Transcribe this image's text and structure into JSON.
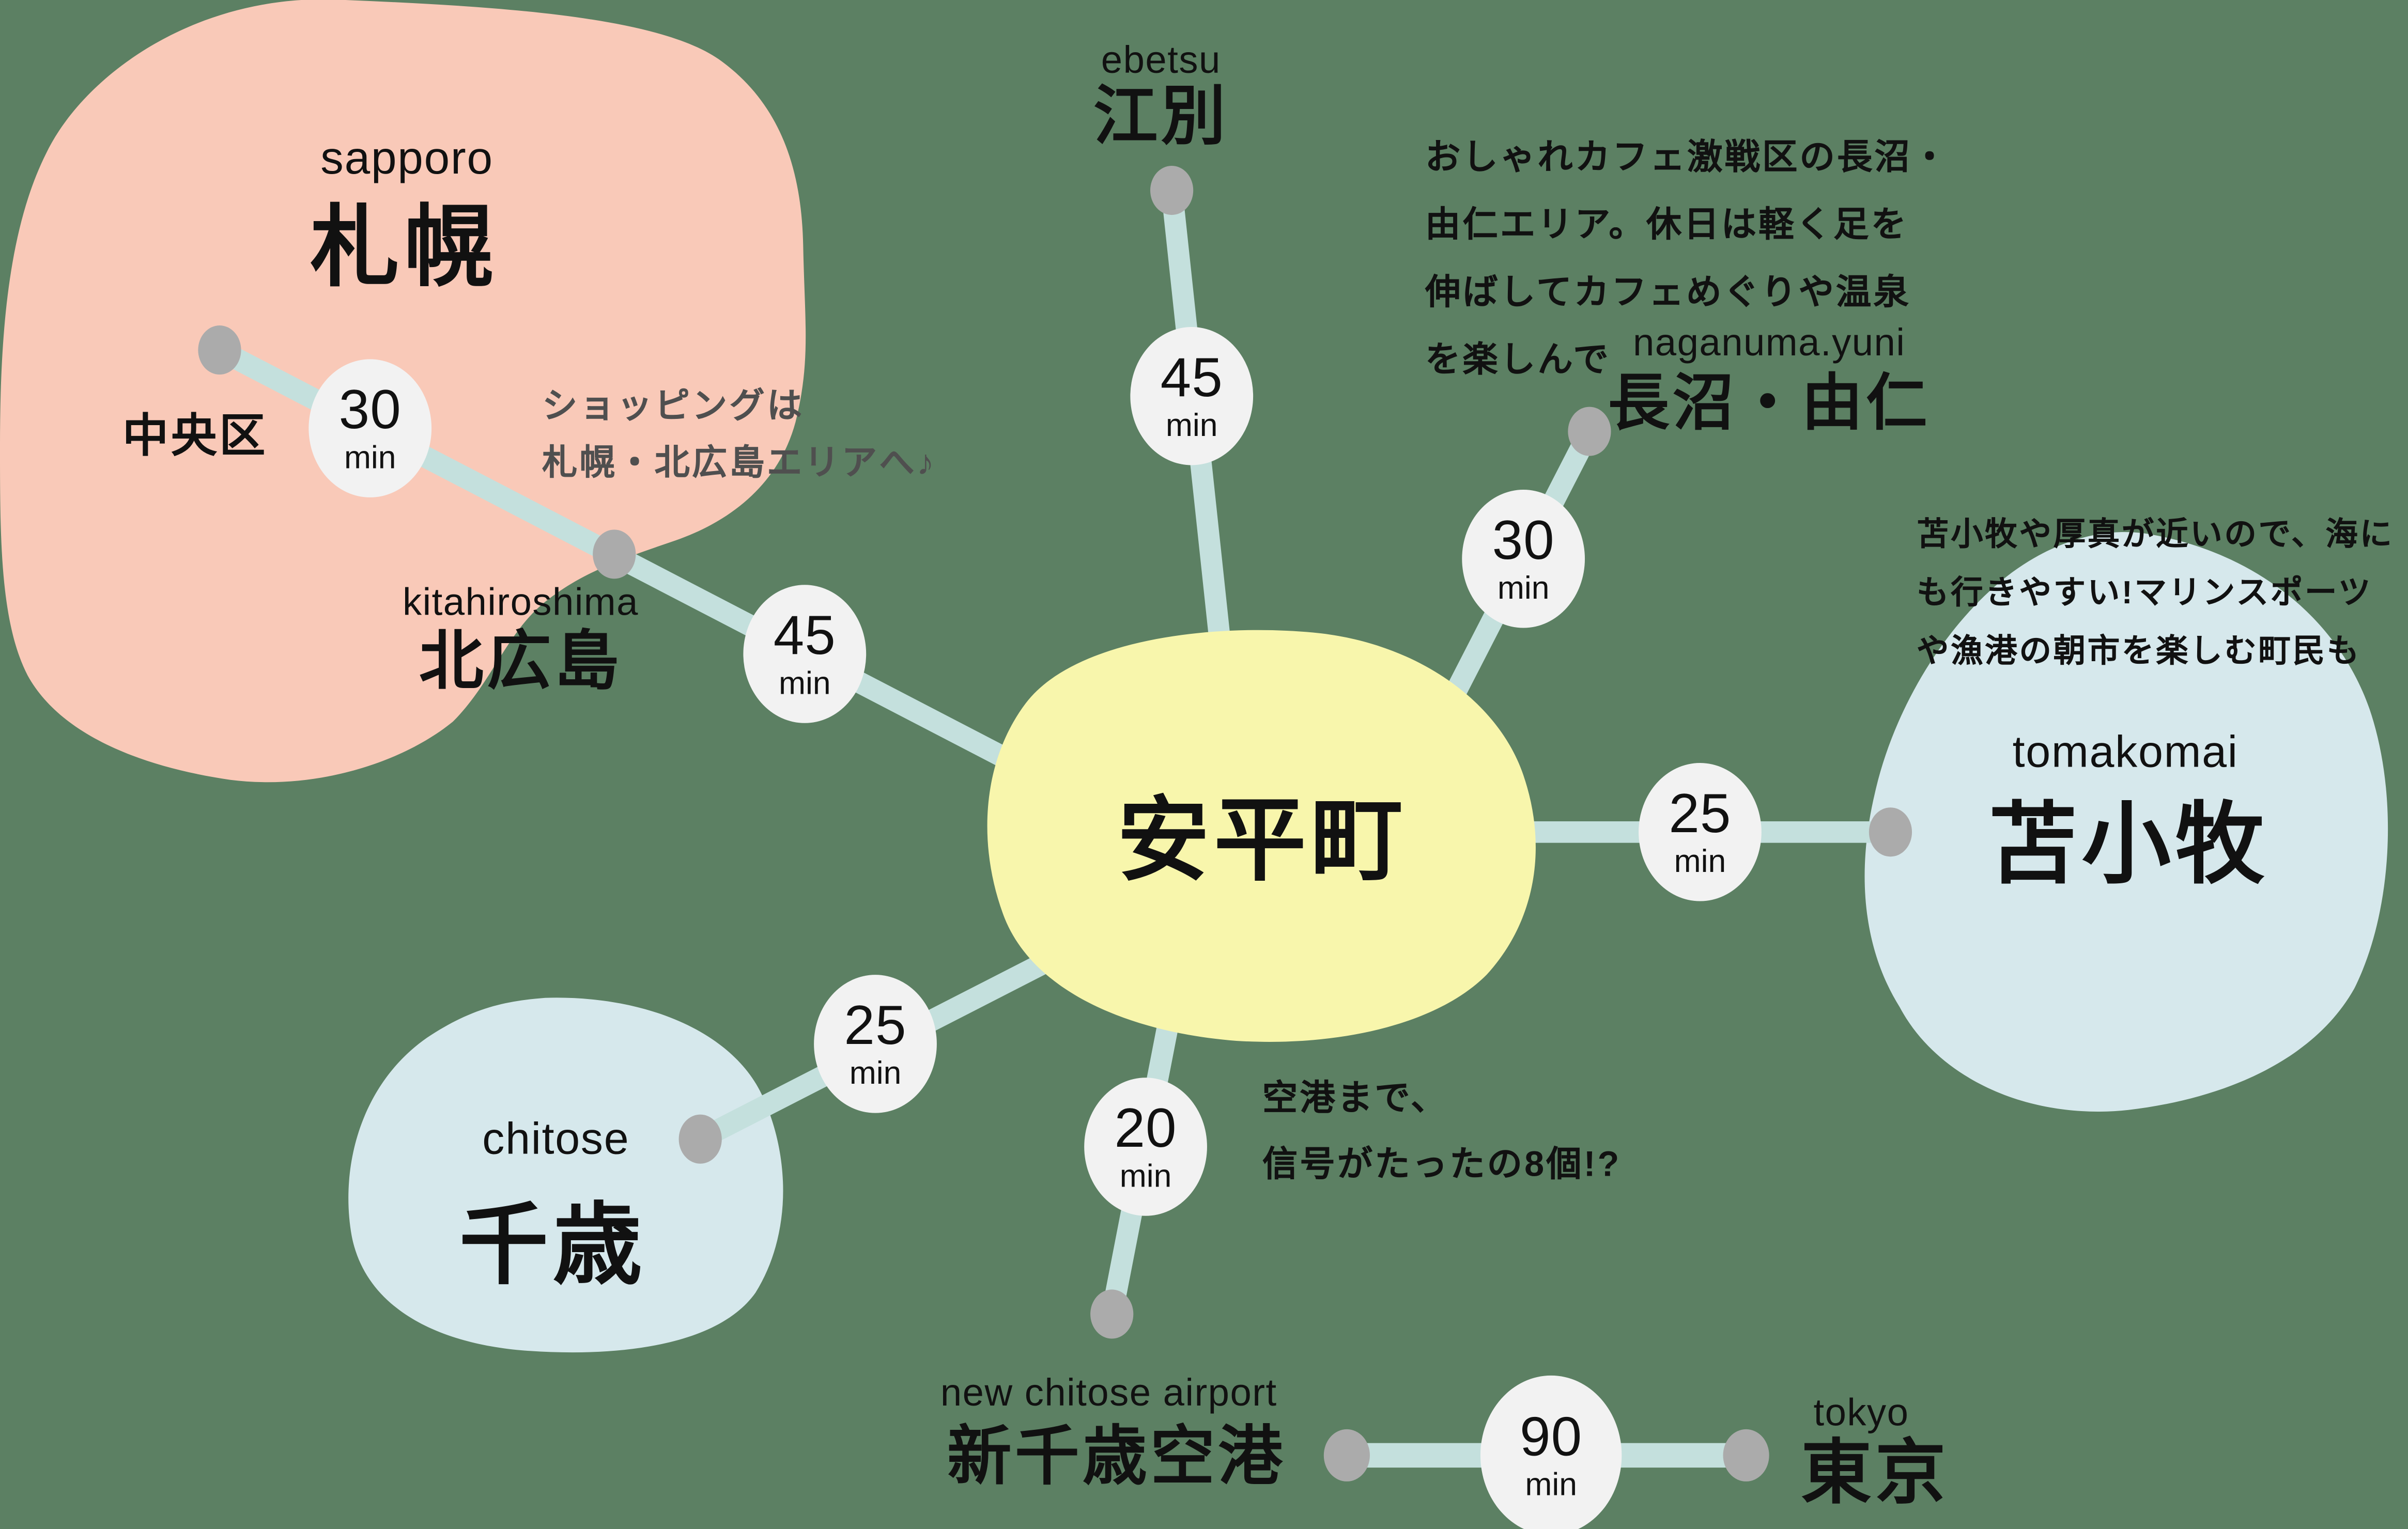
{
  "colors": {
    "background": "#5C8063",
    "region_pink": "#F9C9B8",
    "region_blue": "#D6E8EC",
    "center_yellow": "#F8F6AC",
    "line": "#C4E0DD",
    "node": "#ABABAB",
    "badge": "#F2F2F2",
    "text": "#111111",
    "note_gray": "#4F4F4F"
  },
  "center": {
    "jp": "安平町"
  },
  "regions": {
    "sapporo": {
      "en": "sapporo",
      "jp": "札幌"
    }
  },
  "places": {
    "chuo": {
      "jp": "中央区",
      "time": "30",
      "unit": "min"
    },
    "kitahiroshima": {
      "en": "kitahiroshima",
      "jp": "北広島",
      "time": "45",
      "unit": "min"
    },
    "ebetsu": {
      "en": "ebetsu",
      "jp": "江別",
      "time": "45",
      "unit": "min"
    },
    "naganuma": {
      "en": "naganuma.yuni",
      "jp": "長沼・由仁",
      "time": "30",
      "unit": "min"
    },
    "tomakomai": {
      "en": "tomakomai",
      "jp": "苫小牧",
      "time": "25",
      "unit": "min"
    },
    "chitose": {
      "en": "chitose",
      "jp": "千歳",
      "time": "25",
      "unit": "min"
    },
    "airport": {
      "en": "new chitose airport",
      "jp": "新千歳空港",
      "time": "20",
      "unit": "min"
    },
    "tokyo": {
      "en": "tokyo",
      "jp": "東京",
      "time": "90",
      "unit": "min"
    }
  },
  "notes": {
    "shopping": "ショッピングは\n札幌・北広島エリアへ♪",
    "naganuma": "おしゃれカフェ激戦区の長沼・\n由仁エリア。休日は軽く足を\n伸ばしてカフェめぐりや温泉\nを楽しんで",
    "tomakomai": "苫小牧や厚真が近いので、海に\nも行きやすい!マリンスポーツ\nや漁港の朝市を楽しむ町民も",
    "airport": "空港まで、\n信号がたったの8個!?"
  }
}
